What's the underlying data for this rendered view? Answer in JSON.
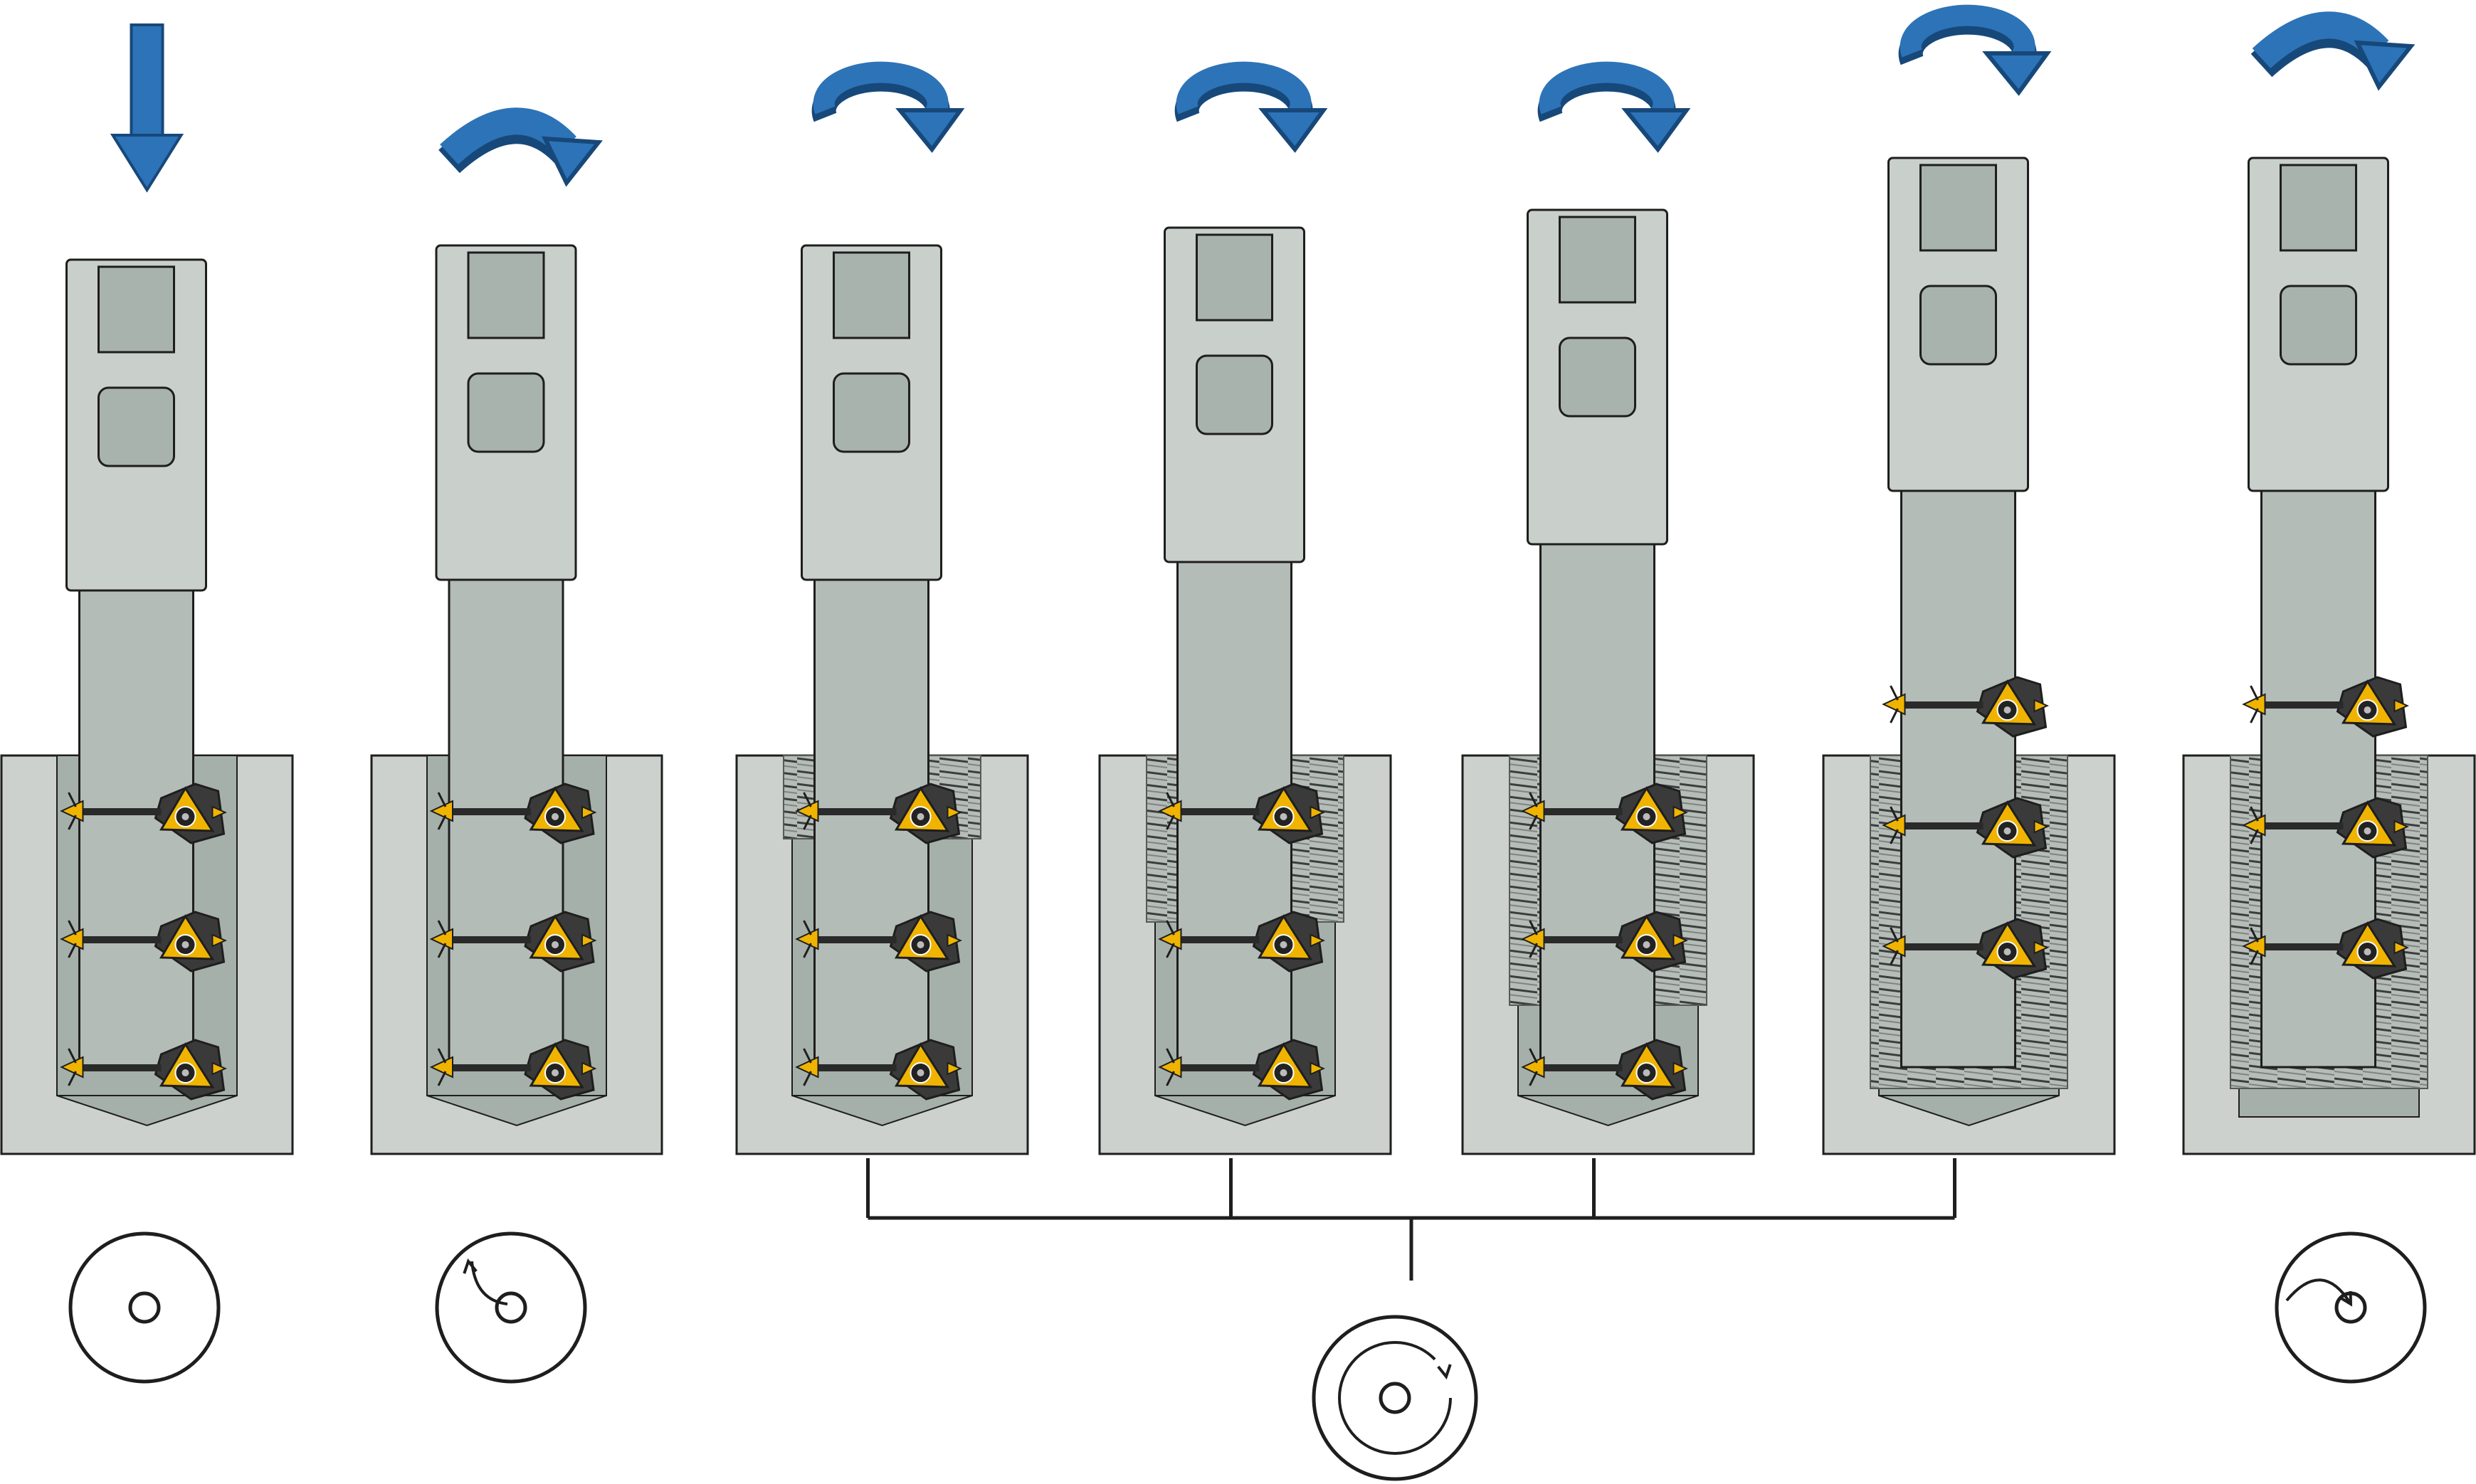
{
  "diagram": {
    "kind": "thread-milling-process",
    "colors": {
      "workpiece": "#ccd1ce",
      "bore": "#a6b0aa",
      "tool_body": "#c9cfcb",
      "tool_pocket": "#a9b3ae",
      "outline": "#1e1e1e",
      "arrow_blue": "#2d73b8",
      "arrow_blue_dark": "#17487a",
      "insert_yellow": "#f0b400",
      "thread_dark": "#555a58"
    },
    "stages": [
      {
        "step": 1,
        "motion": "axial-plunge",
        "motion_icon": "down-arrow-icon",
        "path_symbol": "center-point",
        "thread_progress": 0,
        "drill_point": true
      },
      {
        "step": 2,
        "motion": "radial-entry-arc",
        "motion_icon": "half-turn-arrow-icon",
        "path_symbol": "entry-arc",
        "thread_progress": 0,
        "drill_point": true
      },
      {
        "step": 3,
        "motion": "helical-interpolation",
        "motion_icon": "circular-arrow-icon",
        "path_symbol": "full-circle",
        "thread_progress": 0.25,
        "drill_point": true
      },
      {
        "step": 4,
        "motion": "helical-interpolation",
        "motion_icon": "circular-arrow-icon",
        "path_symbol": "full-circle",
        "thread_progress": 0.5,
        "drill_point": true
      },
      {
        "step": 5,
        "motion": "helical-interpolation",
        "motion_icon": "circular-arrow-icon",
        "path_symbol": "full-circle",
        "thread_progress": 0.75,
        "drill_point": true
      },
      {
        "step": 6,
        "motion": "helical-interpolation",
        "motion_icon": "circular-arrow-icon",
        "path_symbol": "full-circle",
        "thread_progress": 1,
        "drill_point": true
      },
      {
        "step": 7,
        "motion": "radial-exit-arc",
        "motion_icon": "half-turn-arrow-icon",
        "path_symbol": "exit-arc",
        "thread_progress": 1,
        "drill_point": false
      }
    ],
    "bracket_groups_steps": [
      3,
      4,
      5,
      6
    ]
  }
}
